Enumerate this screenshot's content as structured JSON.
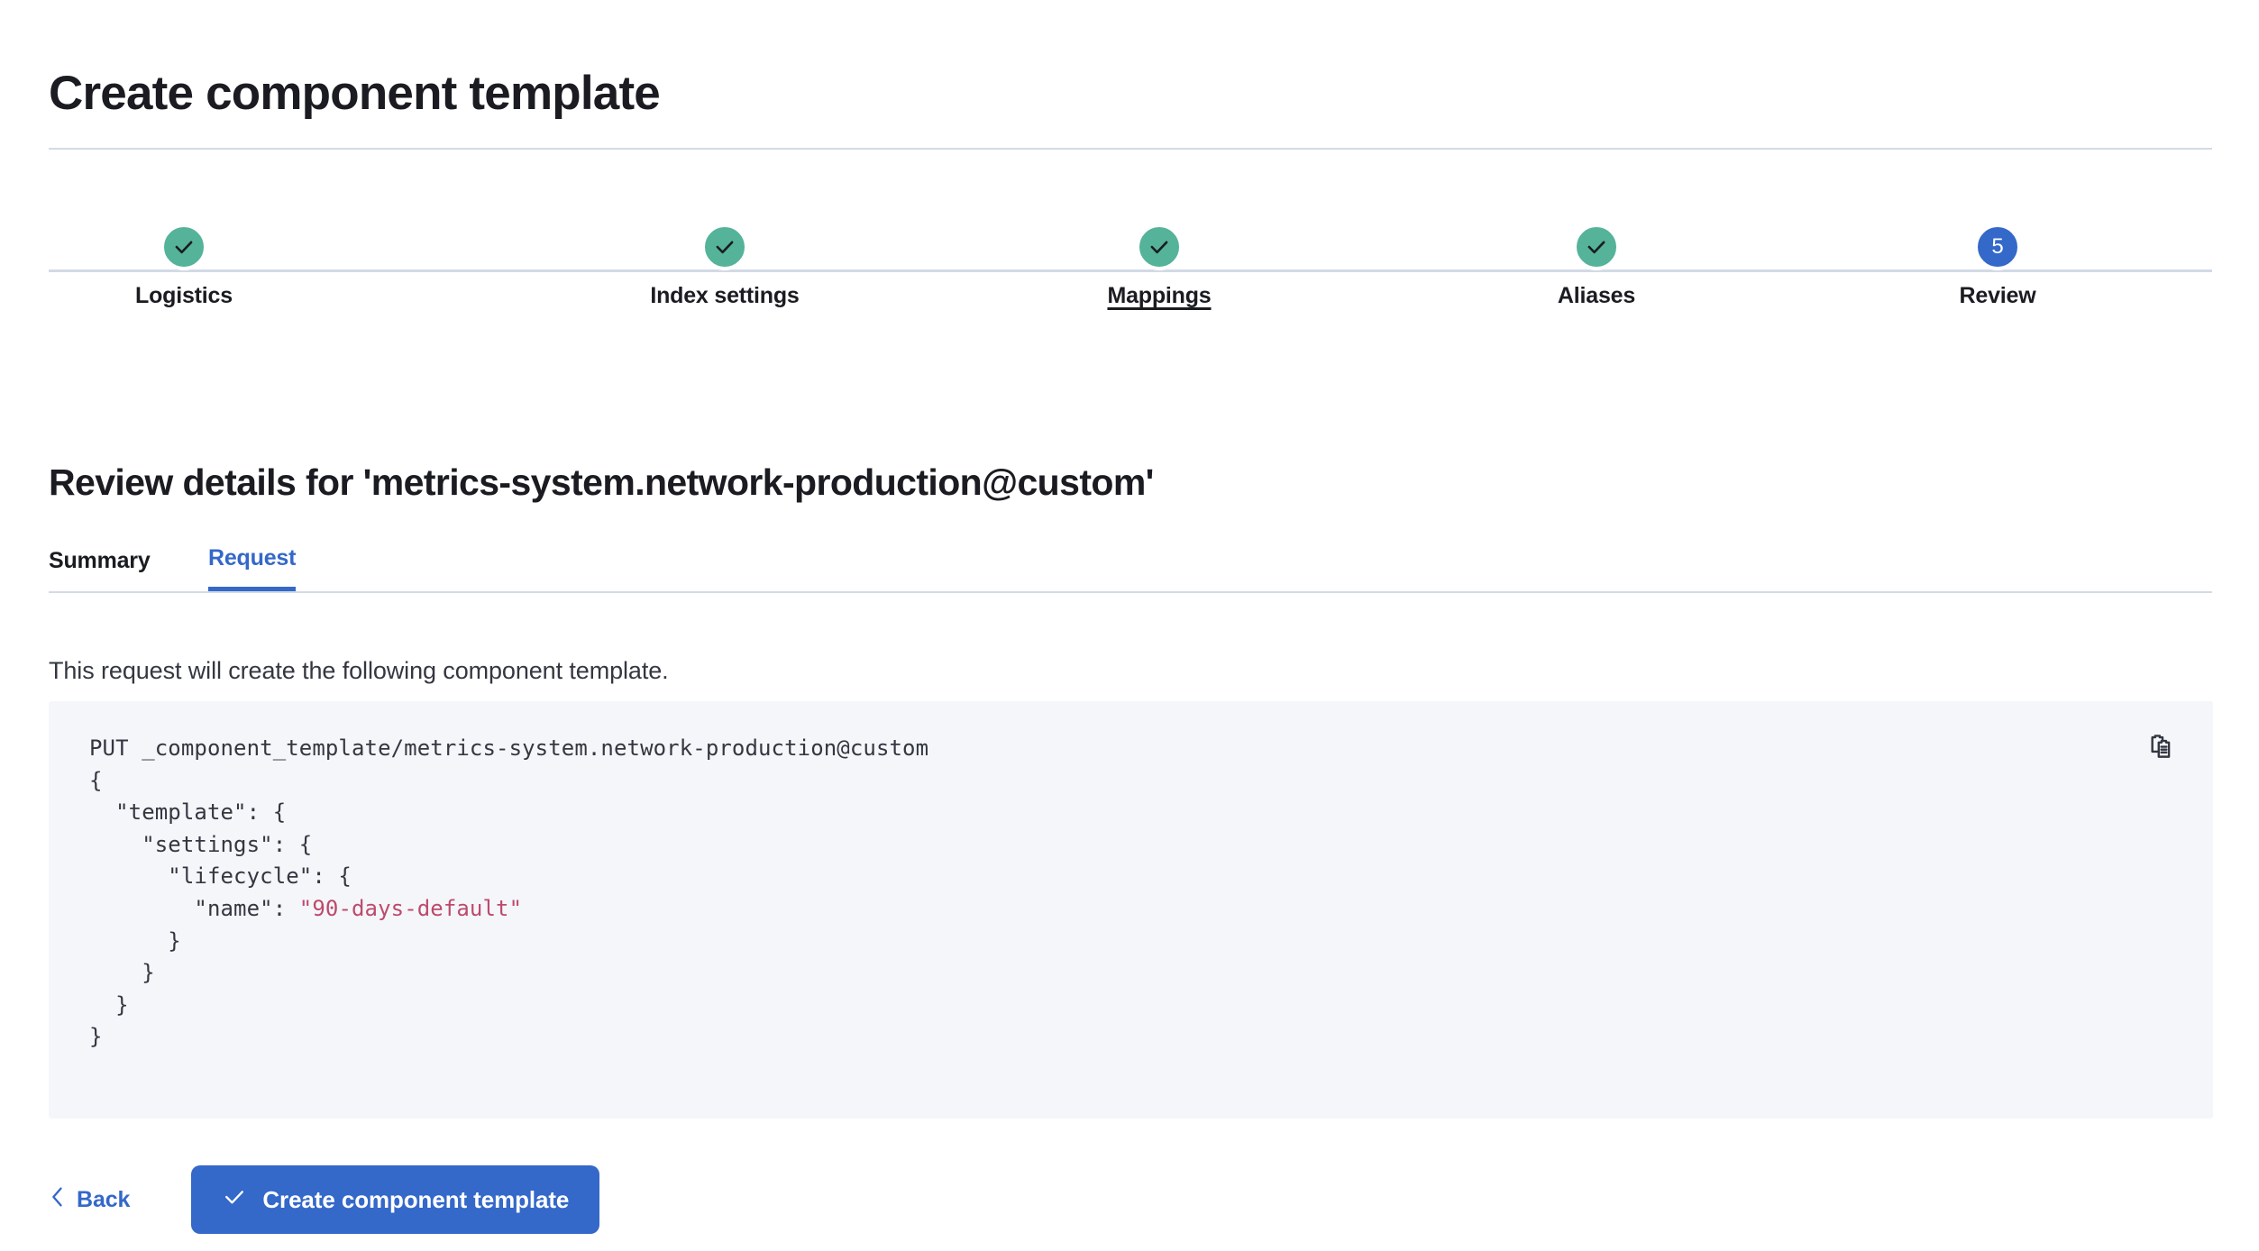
{
  "header": {
    "title": "Create component template"
  },
  "stepper": {
    "steps": [
      {
        "label": "Logistics",
        "state": "done",
        "icon": "check-icon",
        "number": "1"
      },
      {
        "label": "Index settings",
        "state": "done",
        "icon": "check-icon",
        "number": "2"
      },
      {
        "label": "Mappings",
        "state": "done",
        "icon": "check-icon",
        "number": "3",
        "hovered": true
      },
      {
        "label": "Aliases",
        "state": "done",
        "icon": "check-icon",
        "number": "4"
      },
      {
        "label": "Review",
        "state": "current",
        "icon": "number",
        "number": "5"
      }
    ]
  },
  "review": {
    "heading": "Review details for 'metrics-system.network-production@custom'",
    "tabs": [
      {
        "label": "Summary",
        "active": false
      },
      {
        "label": "Request",
        "active": true
      }
    ],
    "description": "This request will create the following component template.",
    "code": {
      "copy_icon": "copy-icon",
      "method_line": "PUT _component_template/metrics-system.network-production@custom",
      "body_before_string": "{\n  \"template\": {\n    \"settings\": {\n      \"lifecycle\": {\n        \"name\": ",
      "string_value": "\"90-days-default\"",
      "body_after_string": "\n      }\n    }\n  }\n}"
    }
  },
  "footer": {
    "back_label": "Back",
    "back_icon": "chevron-left-icon",
    "create_label": "Create component template",
    "create_icon": "check-icon"
  },
  "colors": {
    "accent_blue": "#3468C9",
    "success_teal": "#54B399",
    "divider": "#D3DAE6",
    "code_bg": "#F5F6FA",
    "code_string": "#BD4A6B",
    "text_dark": "#1A1C21"
  }
}
